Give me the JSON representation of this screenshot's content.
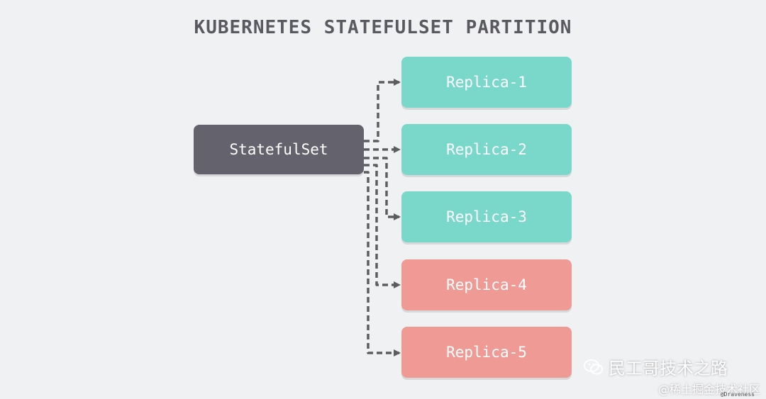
{
  "title": "KUBERNETES STATEFULSET PARTITION",
  "source": {
    "label": "StatefulSet"
  },
  "replicas": [
    {
      "label": "Replica-1",
      "color": "#7ad8cb"
    },
    {
      "label": "Replica-2",
      "color": "#7ad8cb"
    },
    {
      "label": "Replica-3",
      "color": "#7ad8cb"
    },
    {
      "label": "Replica-4",
      "color": "#ef9a94"
    },
    {
      "label": "Replica-5",
      "color": "#ef9a94"
    }
  ],
  "colors": {
    "background": "#f0f1f3",
    "source": "#64626c",
    "arrow": "#5d5d60"
  },
  "watermarks": {
    "wechat": "民工哥技术之路",
    "community": "@稀土掘金技术社区",
    "author": "@Draveness"
  }
}
